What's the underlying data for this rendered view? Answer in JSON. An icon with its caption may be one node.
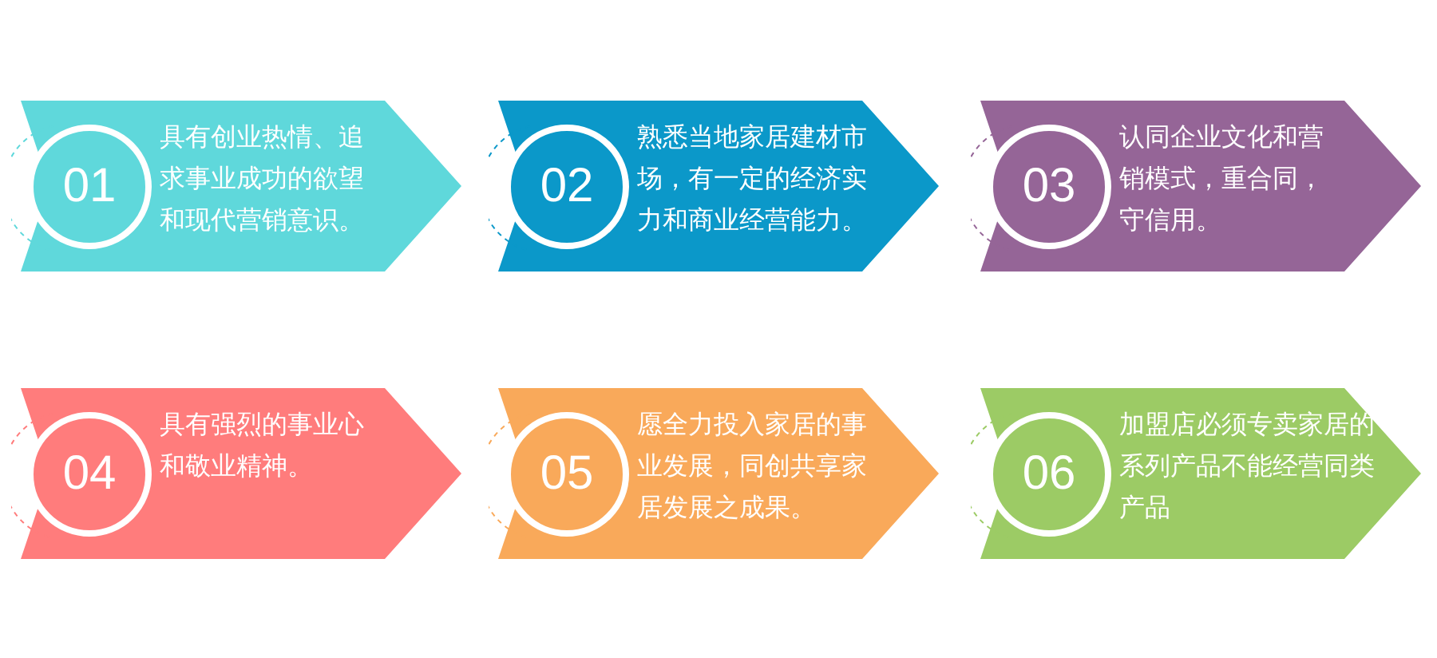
{
  "diagram": {
    "nodes": [
      {
        "text": [
          "01",
          "具有创业热情、追求事业成功的欲望和现代营销意识。"
        ]
      },
      {
        "text": [
          "02",
          "熟悉当地家居建材市场，有一定的经济实力和商业经营能力。"
        ]
      },
      {
        "text": [
          "03",
          "认同企业文化和营销模式，重合同，守信用。"
        ]
      },
      {
        "text": [
          "04",
          "具有强烈的事业心和敬业精神。"
        ]
      },
      {
        "text": [
          "05",
          "愿全力投入家居的事业发展，同创共享家居发展之成果。"
        ]
      },
      {
        "text": [
          "06",
          "加盟店必须专卖家居的系列产品不能经营同类产品"
        ]
      }
    ]
  }
}
